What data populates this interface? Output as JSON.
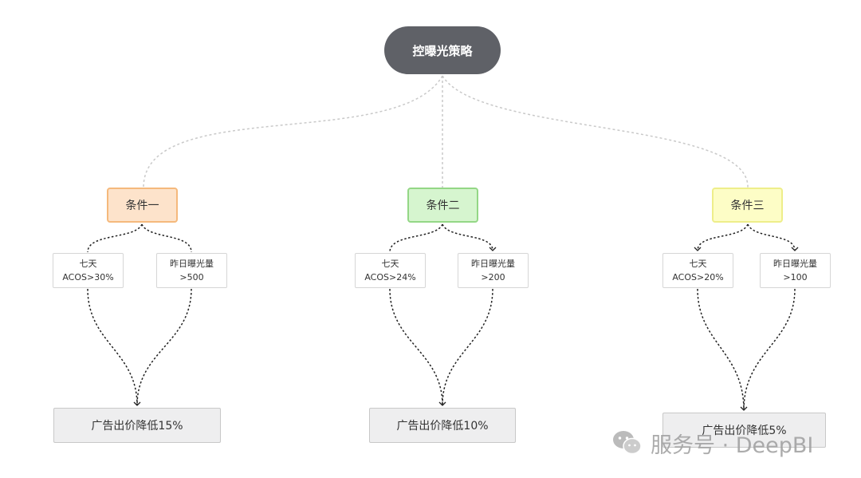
{
  "root": {
    "label": "控曝光策略",
    "color": "#5f6167"
  },
  "conditions": [
    {
      "label": "条件一",
      "fill": "#fde3cb",
      "stroke": "#f5b97c",
      "criteria": [
        {
          "line1": "七天",
          "line2": "ACOS>30%"
        },
        {
          "line1": "昨日曝光量",
          "line2": ">500"
        }
      ],
      "result": "广告出价降低15%"
    },
    {
      "label": "条件二",
      "fill": "#d6f5cf",
      "stroke": "#94d786",
      "criteria": [
        {
          "line1": "七天",
          "line2": "ACOS>24%"
        },
        {
          "line1": "昨日曝光量",
          "line2": ">200"
        }
      ],
      "result": "广告出价降低10%"
    },
    {
      "label": "条件三",
      "fill": "#fdfdc6",
      "stroke": "#eeee8a",
      "criteria": [
        {
          "line1": "七天",
          "line2": "ACOS>20%"
        },
        {
          "line1": "昨日曝光量",
          "line2": ">100"
        }
      ],
      "result": "广告出价降低5%"
    }
  ],
  "watermark": {
    "text": "服务号 · DeepBI",
    "icon": "wechat-icon"
  }
}
